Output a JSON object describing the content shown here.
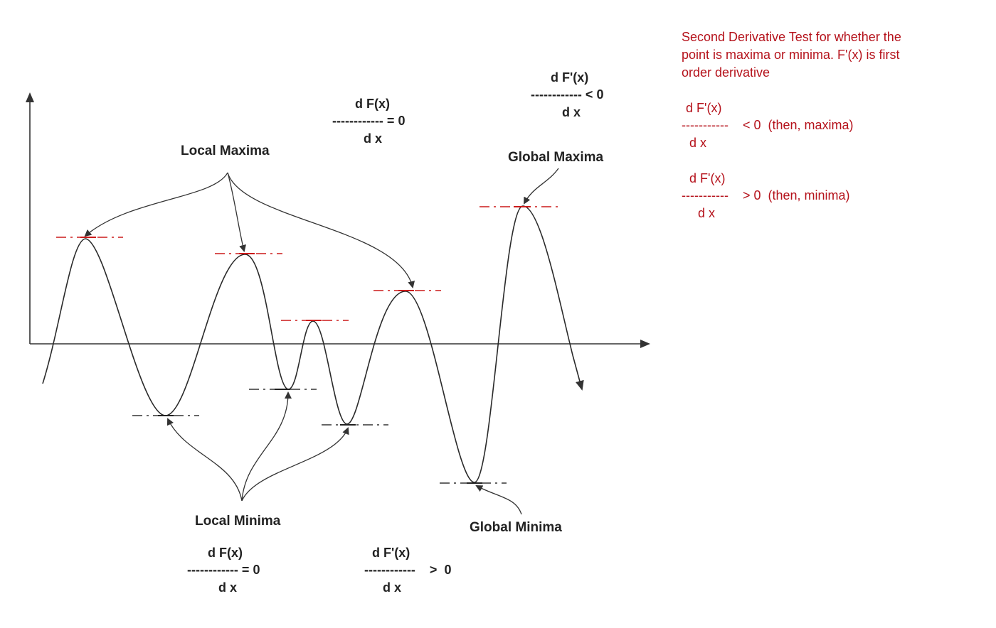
{
  "labels": {
    "local_maxima": "Local Maxima",
    "global_maxima": "Global Maxima",
    "local_minima": "Local Minima",
    "global_minima": "Global Minima"
  },
  "formulas": {
    "first_derivative_top": {
      "numerator": "d F(x)",
      "line": "------------ = 0",
      "denominator": "d x"
    },
    "second_derivative_top": {
      "numerator": "d F'(x)",
      "line": "------------ < 0",
      "denominator": "d x"
    },
    "first_derivative_bottom": {
      "numerator": "d F(x)",
      "line": "------------ = 0",
      "denominator": "d x"
    },
    "second_derivative_bottom": {
      "numerator": "d F'(x)",
      "line": "------------    >  0",
      "denominator": "d x"
    }
  },
  "note": {
    "lines": [
      "Second Derivative Test for whether the",
      "point is maxima or minima. F'(x) is first",
      "order derivative"
    ],
    "maxima_rule": {
      "numerator": "d F'(x)",
      "line": "-----------    < 0  (then, maxima)",
      "denominator": "d x"
    },
    "minima_rule": {
      "numerator": "d F'(x)",
      "line": "-----------    > 0  (then, minima)",
      "denominator": "d x"
    }
  },
  "colors": {
    "note_text": "#b5121b",
    "maxima_tangent": "#cc1a1a",
    "minima_tangent": "#333333",
    "curve": "#2a2a2a"
  }
}
